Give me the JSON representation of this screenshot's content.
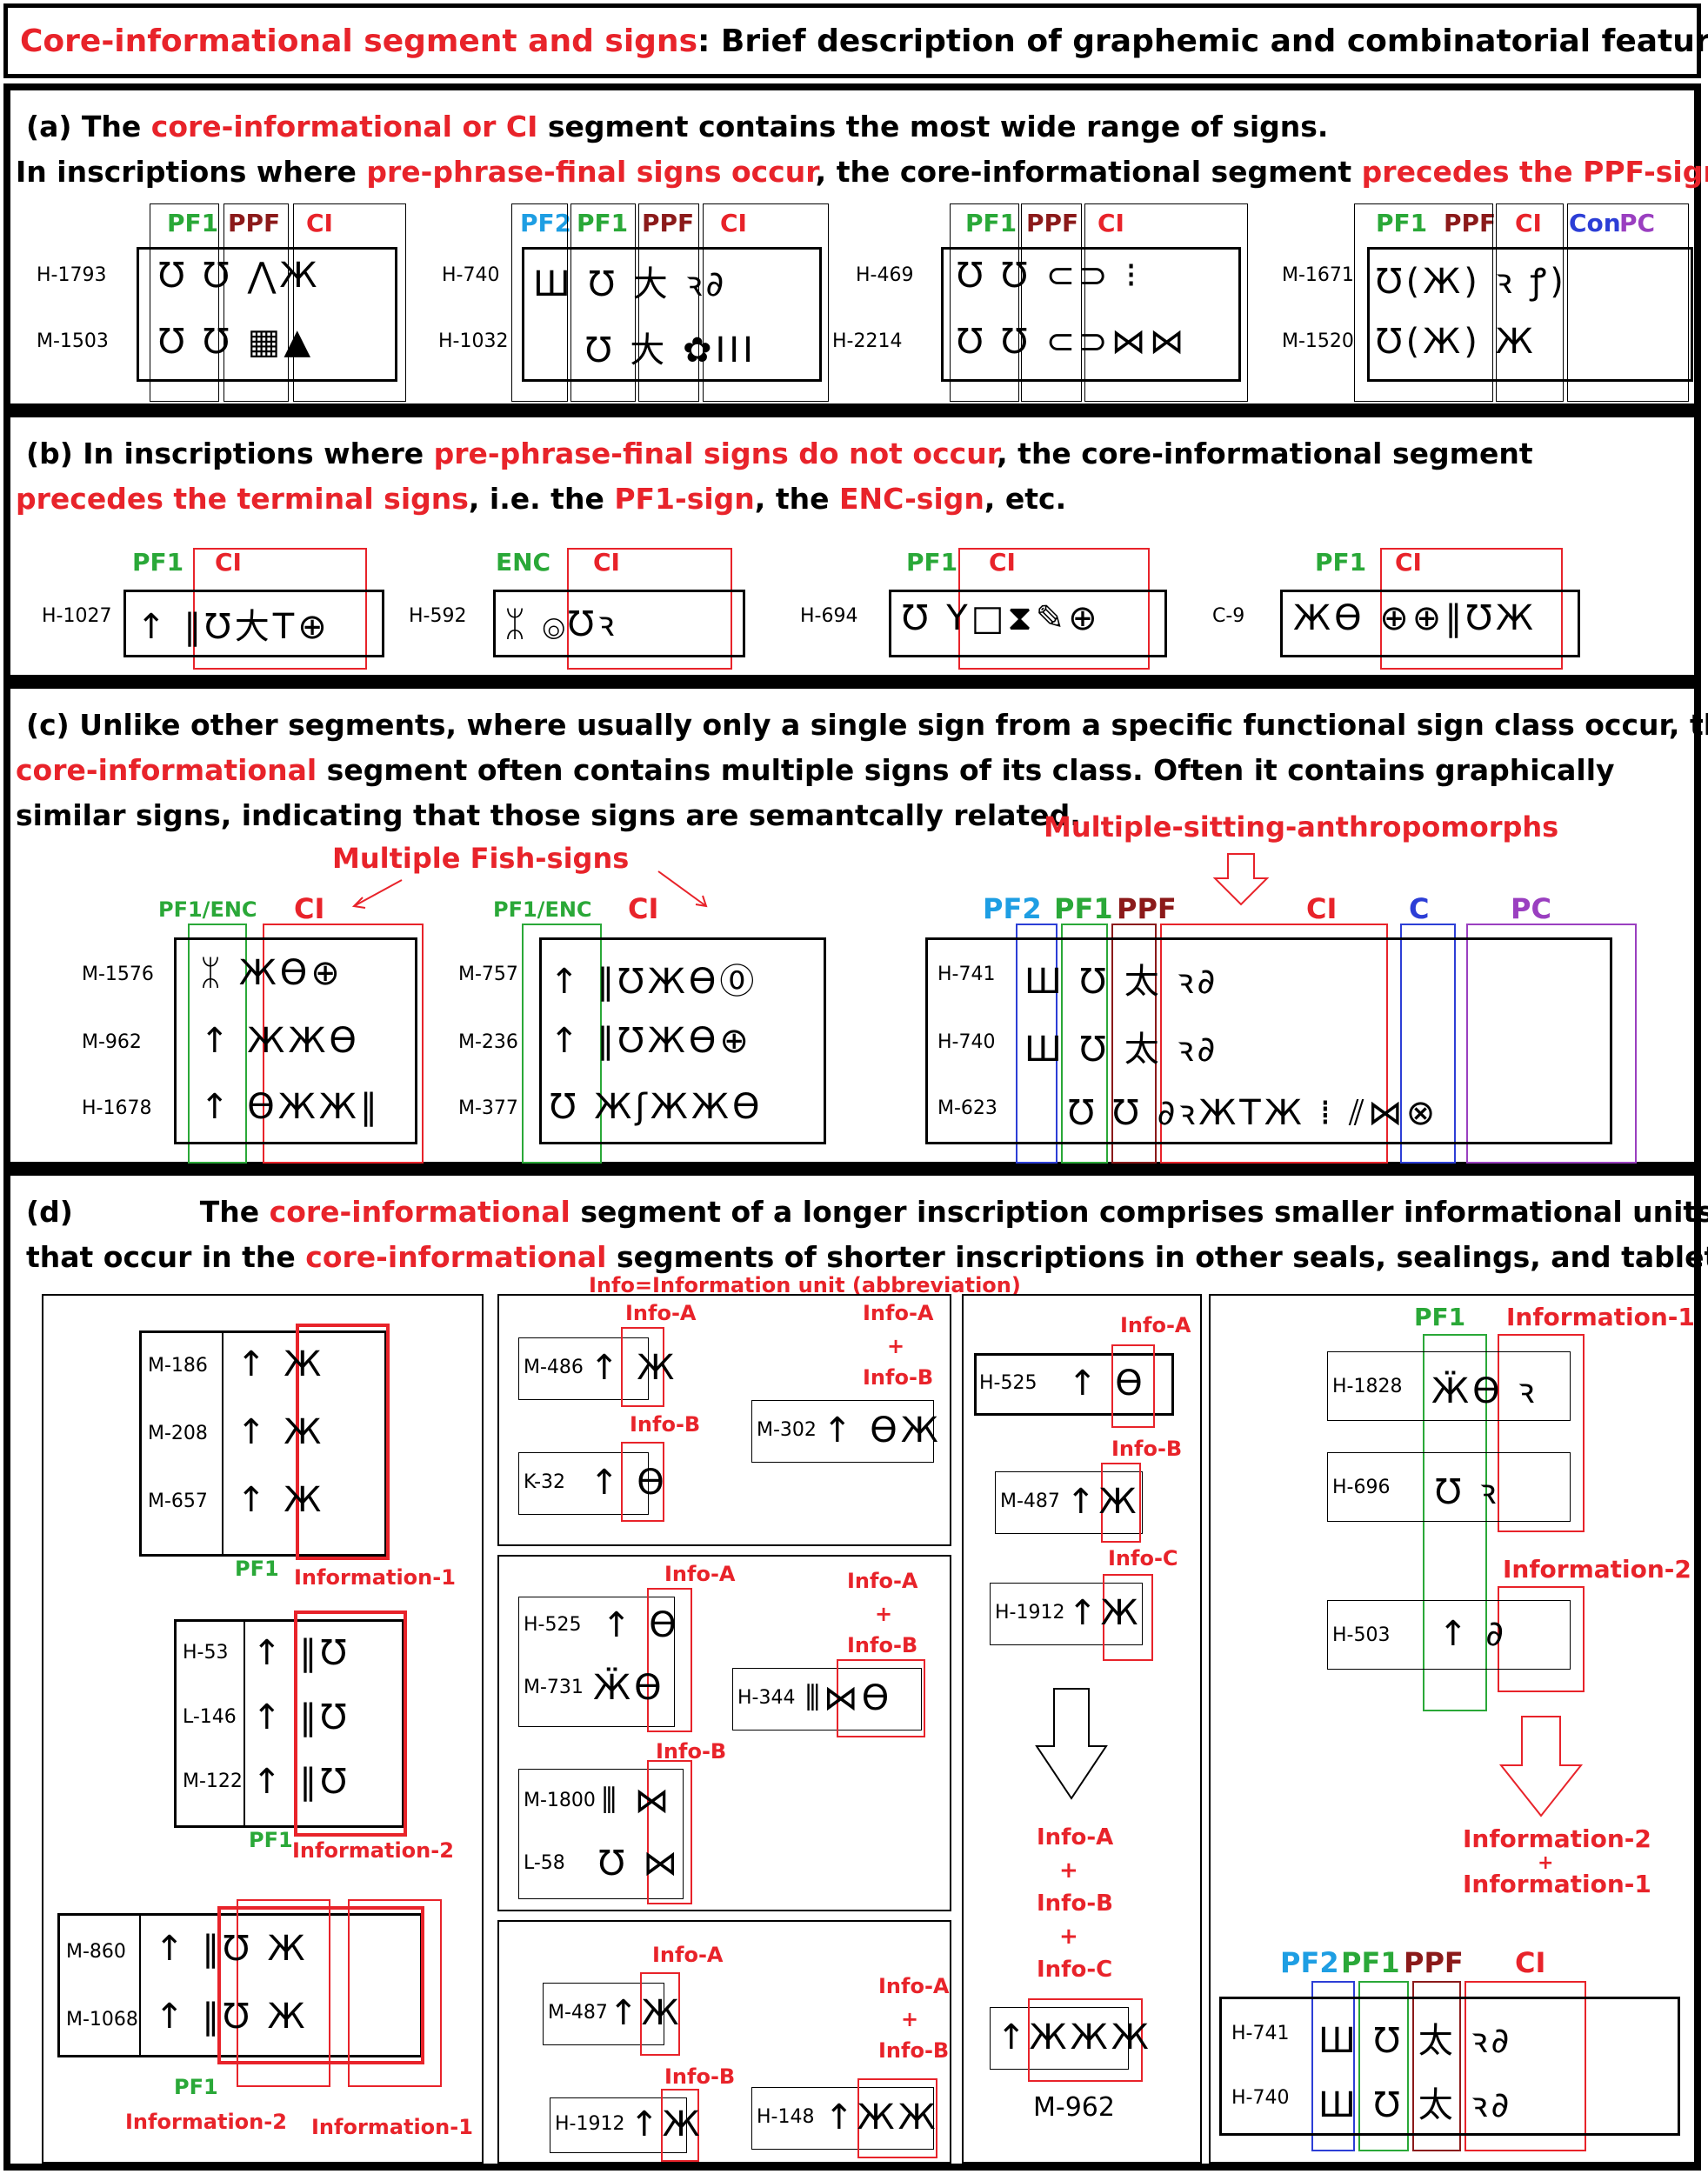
{
  "title": {
    "part1": "Core-informational segment and signs",
    "part2": ": Brief description of graphemic and combinatorial features"
  },
  "panel_a": {
    "line1_pre": "(a) The ",
    "line1_red": "core-informational  or CI",
    "line1_post": " segment contains  the most wide range of signs.",
    "line2_pre": "In inscriptions where ",
    "line2_red1": "pre-phrase-final signs occur",
    "line2_mid": ", the core-informational segment ",
    "line2_red2": "precedes the PPF-sign",
    "groups": [
      {
        "ids": [
          "H-1793",
          "M-1503"
        ],
        "labels": [
          "PF1",
          "PPF",
          "CI"
        ]
      },
      {
        "ids": [
          "H-740",
          "H-1032"
        ],
        "labels": [
          "PF2",
          "PF1",
          "PPF",
          "CI"
        ]
      },
      {
        "ids": [
          "H-469",
          "H-2214"
        ],
        "labels": [
          "PF1",
          "PPF",
          "CI"
        ]
      },
      {
        "ids": [
          "M-1671",
          "M-1520"
        ],
        "labels": [
          "PF1",
          "PPF",
          "CI",
          "Con",
          "PC"
        ]
      }
    ]
  },
  "panel_b": {
    "line1_pre": "(b)  In inscriptions where ",
    "line1_red": "pre-phrase-final signs do not occur",
    "line1_post": ", the core-informational segment",
    "line2_red1": "precedes the  terminal signs",
    "line2_mid1": ", i.e. the ",
    "line2_red2": "PF1-sign",
    "line2_mid2": ", the ",
    "line2_red3": "ENC-sign",
    "line2_post": ", etc.",
    "groups": [
      {
        "id": "H-1027",
        "labels": [
          "PF1",
          "CI"
        ]
      },
      {
        "id": "H-592",
        "labels": [
          "ENC",
          "CI"
        ]
      },
      {
        "id": "H-694",
        "labels": [
          "PF1",
          "CI"
        ]
      },
      {
        "id": "C-9",
        "labels": [
          "PF1",
          "CI"
        ]
      }
    ]
  },
  "panel_c": {
    "line1": "(c)  Unlike other segments, where usually only a single sign from a specific functional sign class occur, the",
    "line2_red": "core-informational",
    "line2_post": " segment  often contains multiple  signs of its class. Often it contains graphically",
    "line3": "similar signs, indicating that those signs are semantcally related.",
    "annot_fish": "Multiple Fish-signs",
    "annot_anthro": "Multiple-sitting-anthropomorphs",
    "group1": {
      "ids": [
        "M-1576",
        "M-962",
        "H-1678"
      ],
      "labels": [
        "PF1/ENC",
        "CI"
      ]
    },
    "group2": {
      "ids": [
        "M-757",
        "M-236",
        "M-377"
      ],
      "labels": [
        "PF1/ENC",
        "CI"
      ]
    },
    "group3": {
      "ids": [
        "H-741",
        "H-740",
        "M-623"
      ],
      "labels": [
        "PF2",
        "PF1",
        "PPF",
        "CI",
        "C",
        "PC"
      ]
    }
  },
  "panel_d": {
    "line1_pre": "(d)",
    "line1_mid": "The ",
    "line1_red": "core-informational",
    "line1_post": " segment of a longer inscription comprises smaller informational units",
    "line2_pre": "that occur in the ",
    "line2_red": "core-informational",
    "line2_post": " segments of  shorter inscriptions in other seals, sealings, and tablets.",
    "abbrev": "Info=Information unit (abbreviation)",
    "col1": {
      "box1_ids": [
        "M-186",
        "M-208",
        "M-657"
      ],
      "box2_ids": [
        "H-53",
        "L-146",
        "M-122"
      ],
      "box3_ids": [
        "M-860",
        "M-1068"
      ],
      "pf1": "PF1",
      "info1": "Information-1",
      "info2": "Information-2"
    },
    "col2": {
      "top": {
        "ids": [
          "M-486",
          "K-32",
          "M-302"
        ],
        "info_a": "Info-A",
        "info_b": "Info-B",
        "plus": "+"
      },
      "mid": {
        "ids": [
          "H-525",
          "M-731",
          "H-344",
          "M-1800",
          "L-58"
        ],
        "info_a": "Info-A",
        "info_b": "Info-B",
        "plus": "+"
      },
      "bot": {
        "ids": [
          "M-487",
          "H-1912",
          "H-148"
        ],
        "info_a": "Info-A",
        "info_b": "Info-B",
        "plus": "+"
      }
    },
    "col3": {
      "ids": [
        "H-525",
        "M-487",
        "H-1912"
      ],
      "info_a": "Info-A",
      "info_b": "Info-B",
      "info_c": "Info-C",
      "plus": "+",
      "result_id": "M-962"
    },
    "col4": {
      "ids": [
        "H-1828",
        "H-696",
        "H-503"
      ],
      "pf1": "PF1",
      "info1": "Information-1",
      "info2": "Information-2",
      "combo_1": "Information-2",
      "combo_plus": "+",
      "combo_2": "Information-1",
      "bottom_ids": [
        "H-741",
        "H-740"
      ],
      "bottom_labels": [
        "PF2",
        "PF1",
        "PPF",
        "CI"
      ]
    }
  }
}
